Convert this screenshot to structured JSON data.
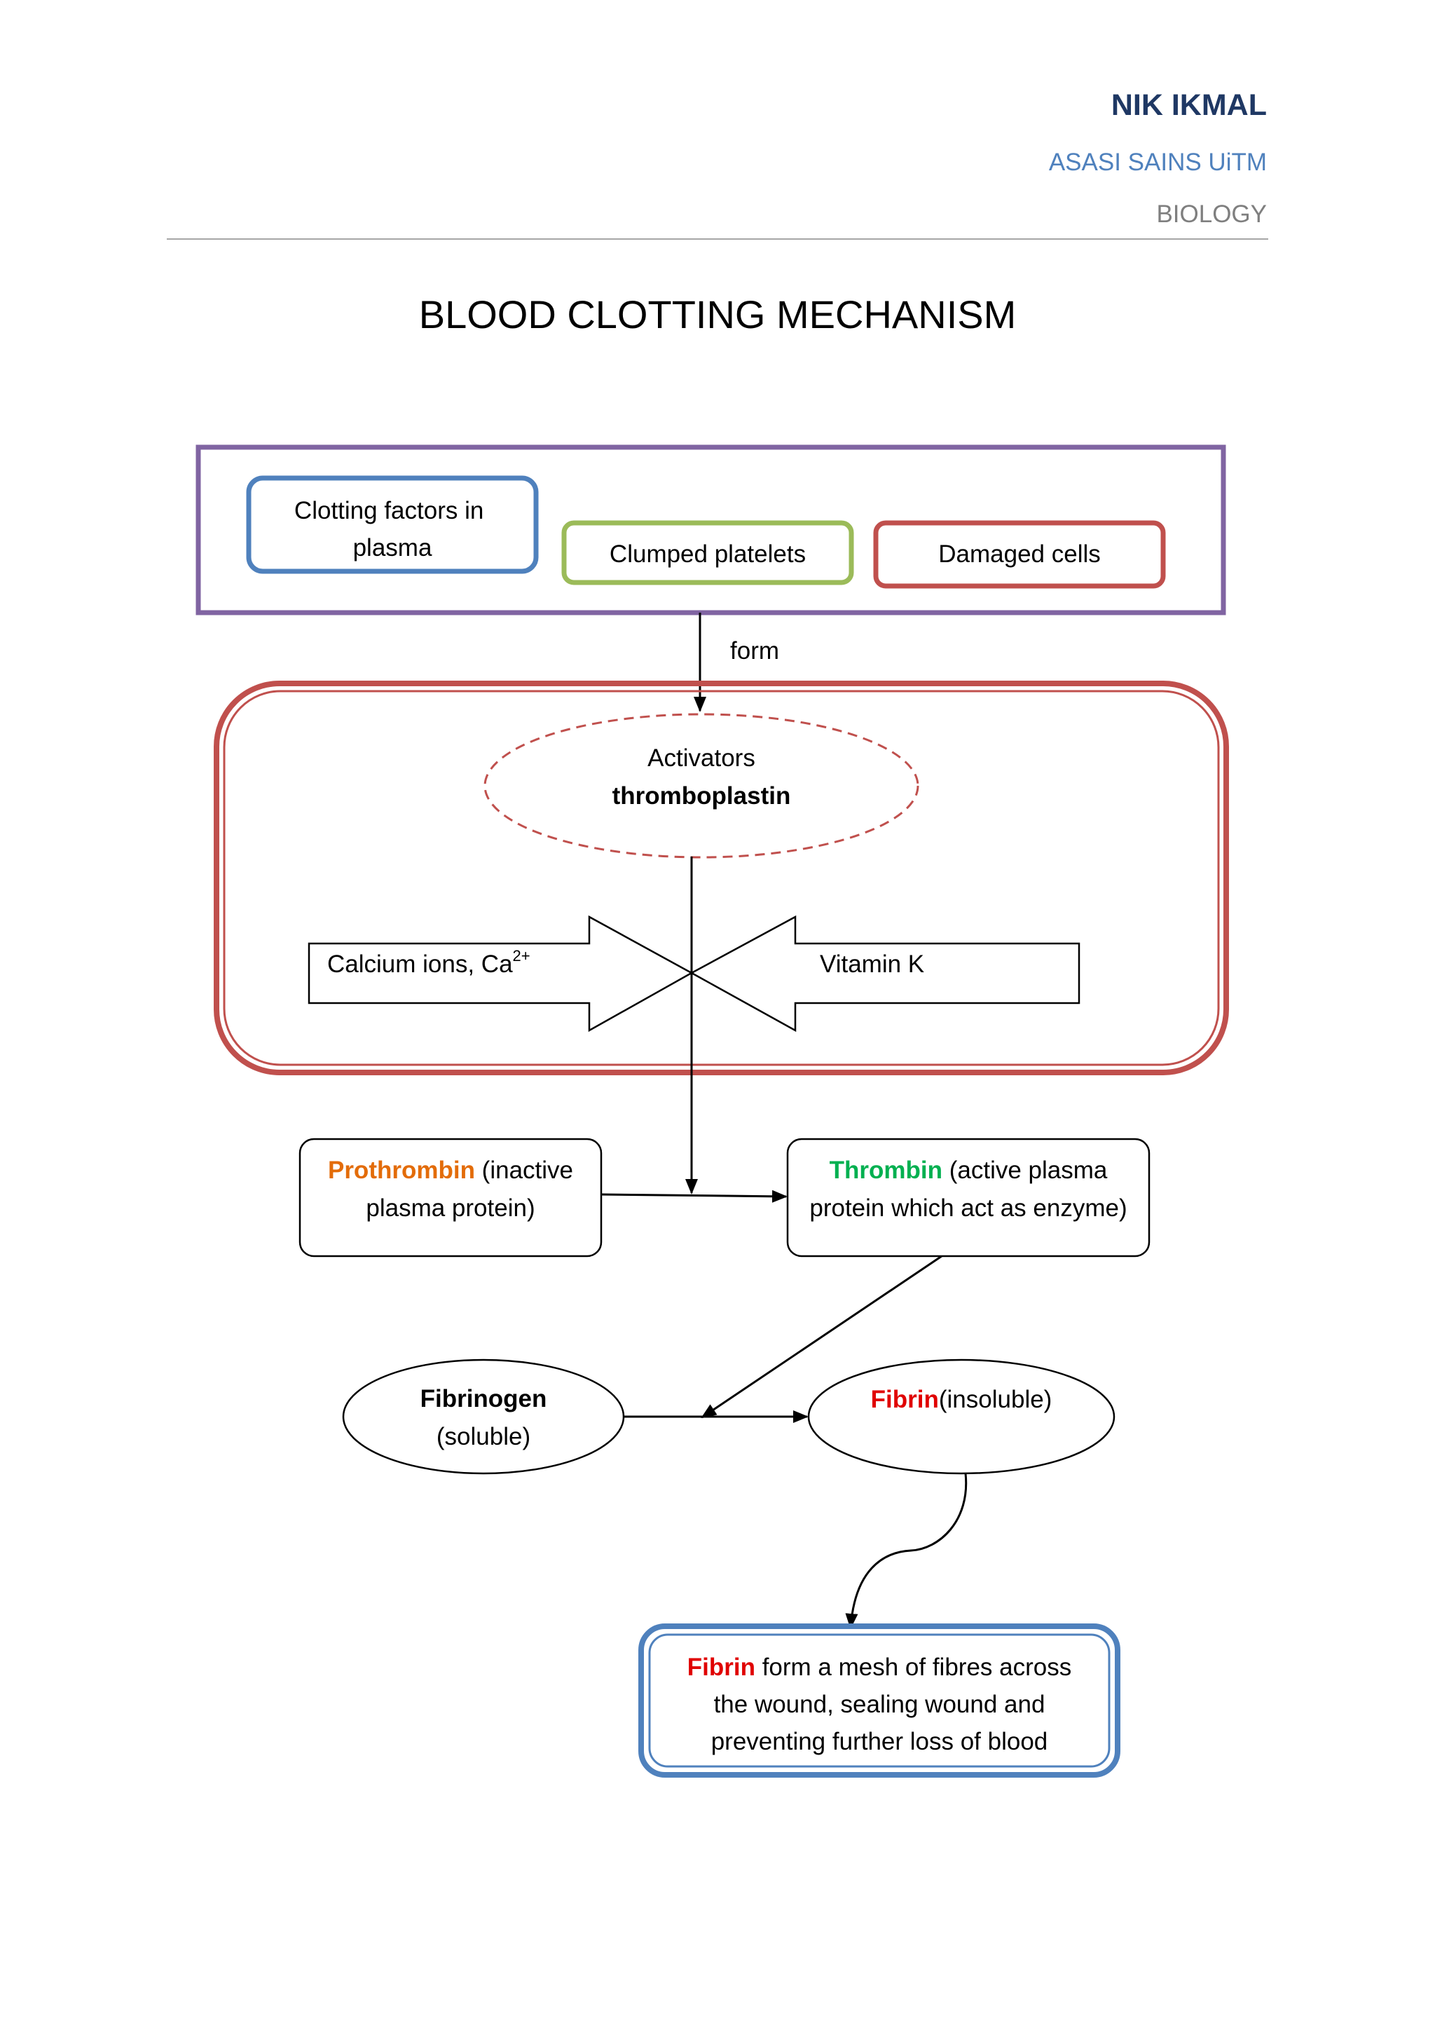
{
  "header": {
    "author": "NIK IKMAL",
    "institution": "ASASI SAINS UiTM",
    "subject": "BIOLOGY"
  },
  "title": "BLOOD CLOTTING MECHANISM",
  "nodes": {
    "clotting_factors": {
      "line1": "Clotting factors in",
      "line2": "plasma"
    },
    "clumped_platelets": "Clumped platelets",
    "damaged_cells": "Damaged cells",
    "form_label": "form",
    "activators": {
      "line1": "Activators",
      "line2": "thromboplastin"
    },
    "calcium": {
      "text": "Calcium ions, Ca",
      "sup": "2+"
    },
    "vitamin_k": "Vitamin K",
    "prothrombin": {
      "name": "Prothrombin",
      "line1_rest": " (inactive",
      "line2": "plasma protein)"
    },
    "thrombin": {
      "name": "Thrombin",
      "line1_rest": " (active plasma",
      "line2": "protein which act as enzyme)"
    },
    "fibrinogen": {
      "name": "Fibrinogen",
      "line2": "(soluble)"
    },
    "fibrin": {
      "name": "Fibrin",
      "rest": "(insoluble)"
    },
    "result": {
      "name": "Fibrin",
      "line1_rest": " form a mesh of fibres across",
      "line2": "the wound, sealing wound and",
      "line3": "preventing further loss of blood"
    }
  },
  "colors": {
    "header_author": "#1f3864",
    "header_institution": "#4f81bd",
    "header_subject": "#7f7f7f",
    "outer_box": "#8064a2",
    "clotting_factors_border": "#4f81bd",
    "clumped_platelets_border": "#9bbb59",
    "damaged_cells_border": "#c0504d",
    "activation_box": "#c0504d",
    "thromboplastin": "#002060",
    "prothrombin": "#e36c09",
    "thrombin": "#00b050",
    "fibrinogen": "#7030a0",
    "fibrin": "#e00000",
    "result_border": "#4f81bd"
  }
}
